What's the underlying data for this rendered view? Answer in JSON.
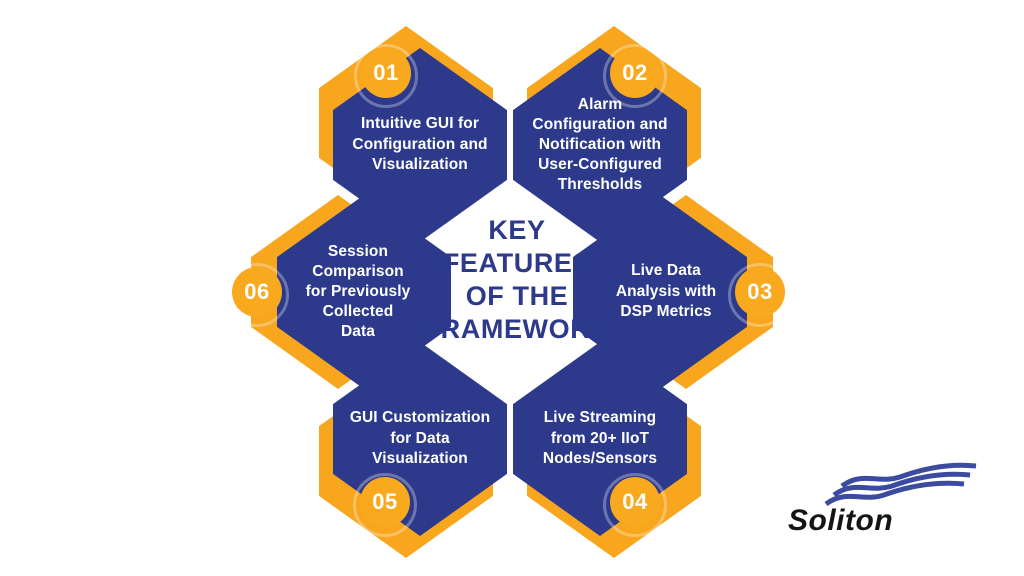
{
  "title": {
    "lines": [
      "KEY",
      "FEATURES",
      "OF THE",
      "FRAMEWORK"
    ]
  },
  "features": [
    {
      "number": "01",
      "lines": [
        "Intuitive GUI for",
        "Configuration and",
        "Visualization"
      ]
    },
    {
      "number": "02",
      "lines": [
        "Alarm",
        "Configuration and",
        "Notification with",
        "User-Configured",
        "Thresholds"
      ]
    },
    {
      "number": "03",
      "lines": [
        "Live Data",
        "Analysis with",
        "DSP Metrics"
      ]
    },
    {
      "number": "04",
      "lines": [
        "Live Streaming",
        "from 20+ IIoT",
        "Nodes/Sensors"
      ]
    },
    {
      "number": "05",
      "lines": [
        "GUI Customization",
        "for Data",
        "Visualization"
      ]
    },
    {
      "number": "06",
      "lines": [
        "Session",
        "Comparison",
        "for Previously",
        "Collected",
        "Data"
      ]
    }
  ],
  "logo": {
    "name": "Soliton",
    "icon": "waves-icon"
  },
  "colors": {
    "navy": "#2D3A8B",
    "orange_accent": "#F7A61D",
    "badge_orange": "#F9A91E",
    "title_navy": "#2D3A8B",
    "logo_wave_blue": "#3B4B9F",
    "logo_text_black": "#141414",
    "background": "#FFFFFF",
    "hex_text_white": "#FFFFFF"
  }
}
